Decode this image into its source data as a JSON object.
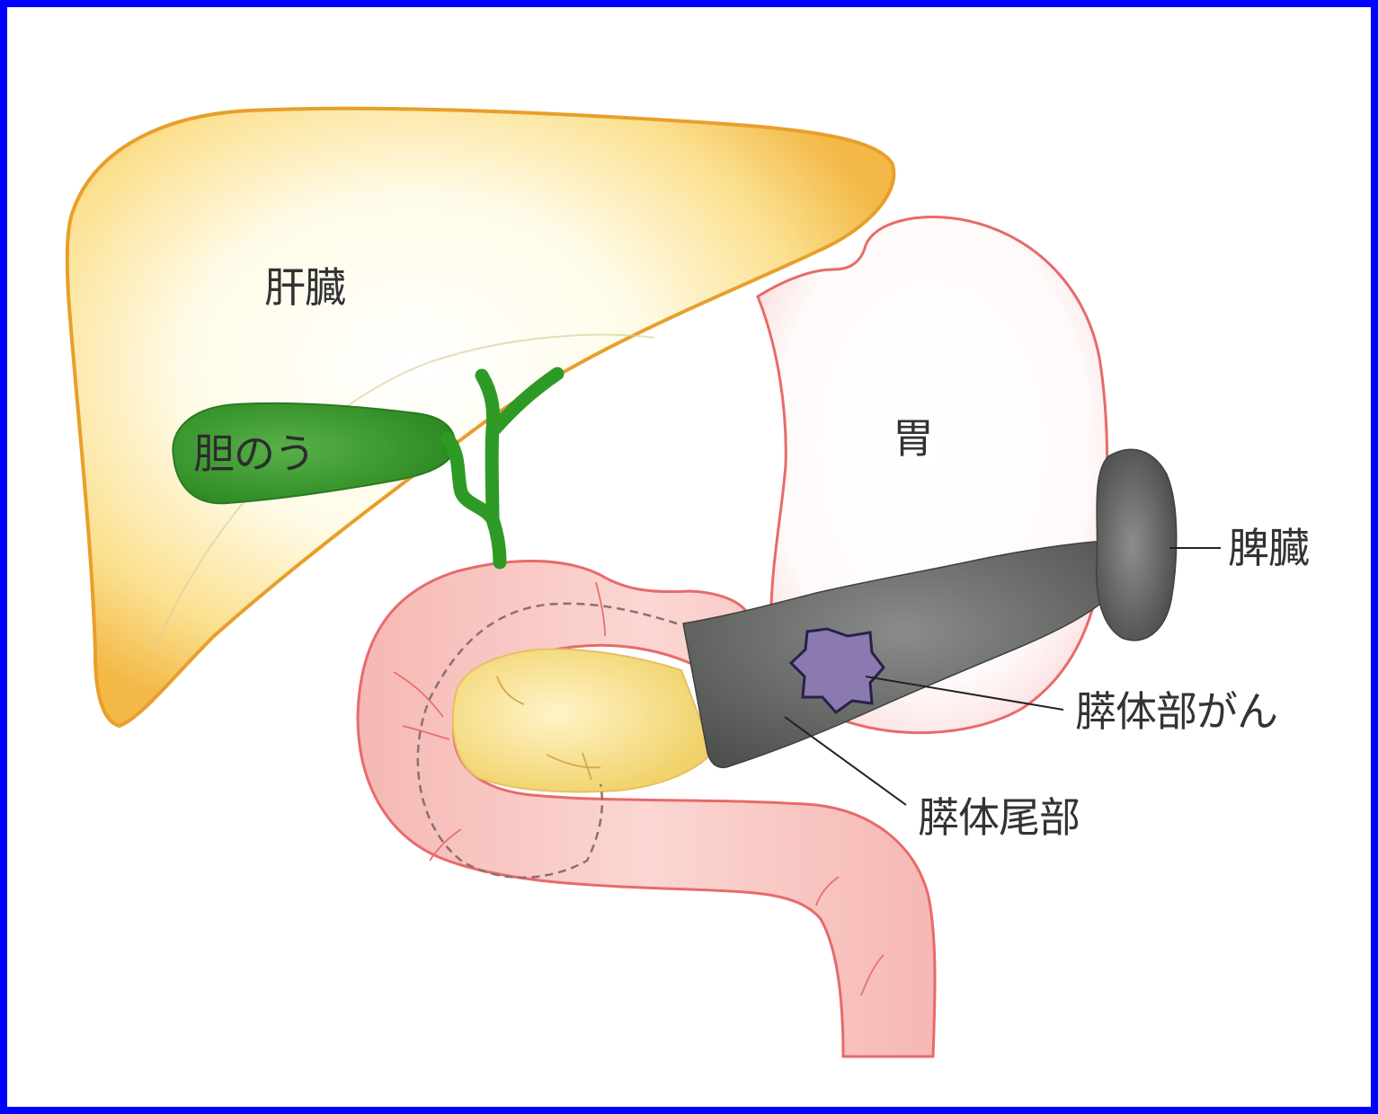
{
  "colors": {
    "frame": "#0000ff",
    "liver": "#f7c65a",
    "liver_outline": "#e89f2a",
    "gallbladder": "#3a9a2e",
    "stomach_outline": "#e86a6a",
    "duodenum": "#f8c4c0",
    "pancreas_head": "#f6dc7a",
    "pancreas_body_tail": "#5e605e",
    "spleen": "#5a5c5a",
    "tumor": "#8a7ab0"
  },
  "labels": {
    "liver": "肝臓",
    "gallbladder": "胆のう",
    "stomach": "胃",
    "spleen": "脾臓",
    "pancreatic_body_cancer": "膵体部がん",
    "pancreatic_body_tail": "膵体尾部"
  }
}
